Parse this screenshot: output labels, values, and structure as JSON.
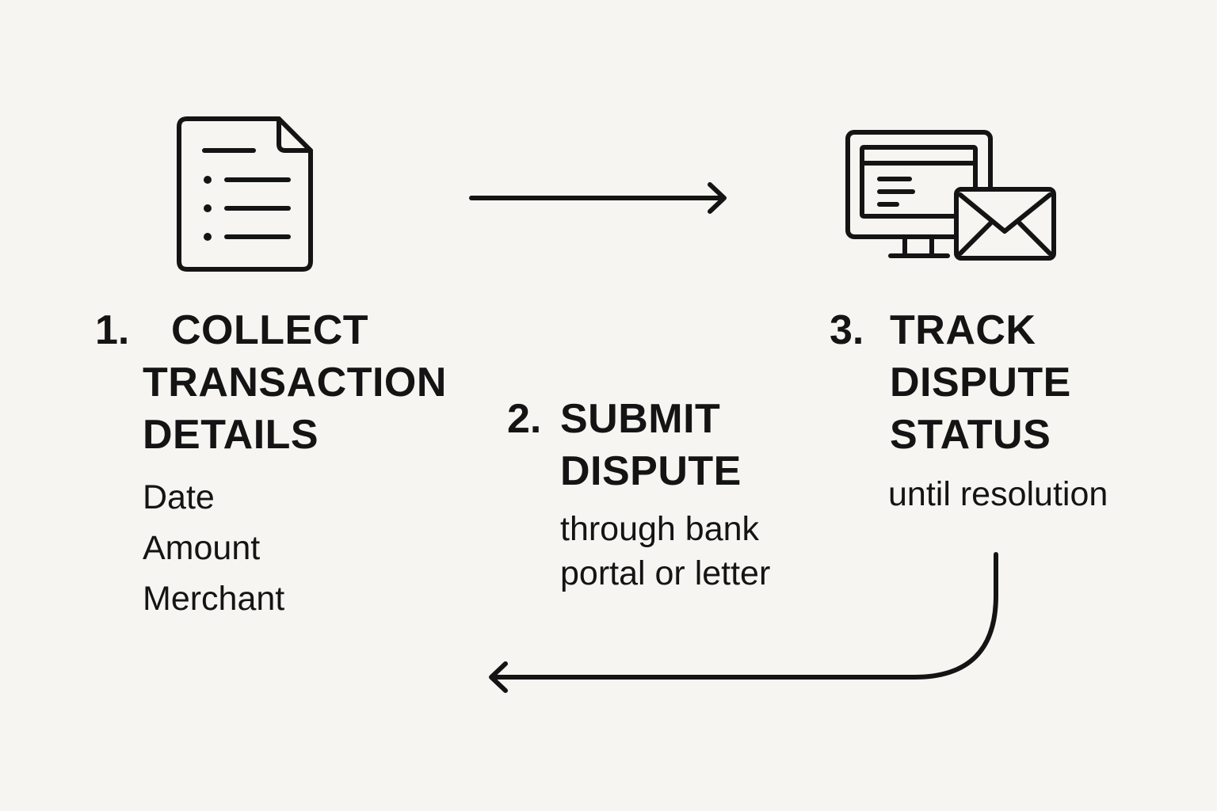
{
  "steps": [
    {
      "number": "1.",
      "title_lines": [
        "COLLECT",
        "TRANSACTION",
        "DETAILS"
      ],
      "detail_lines": [
        "Date",
        "Amount",
        "Merchant"
      ],
      "icon": "document-list-icon"
    },
    {
      "number": "2.",
      "title_lines": [
        "SUBMIT",
        "DISPUTE"
      ],
      "detail_lines": [
        "through bank",
        "portal or letter"
      ],
      "icon": ""
    },
    {
      "number": "3.",
      "title_lines": [
        "TRACK",
        "DISPUTE",
        "STATUS"
      ],
      "detail_lines": [
        "until resolution"
      ],
      "icon": "monitor-envelope-icon"
    }
  ],
  "colors": {
    "background": "#f6f5f1",
    "ink": "#141414"
  }
}
